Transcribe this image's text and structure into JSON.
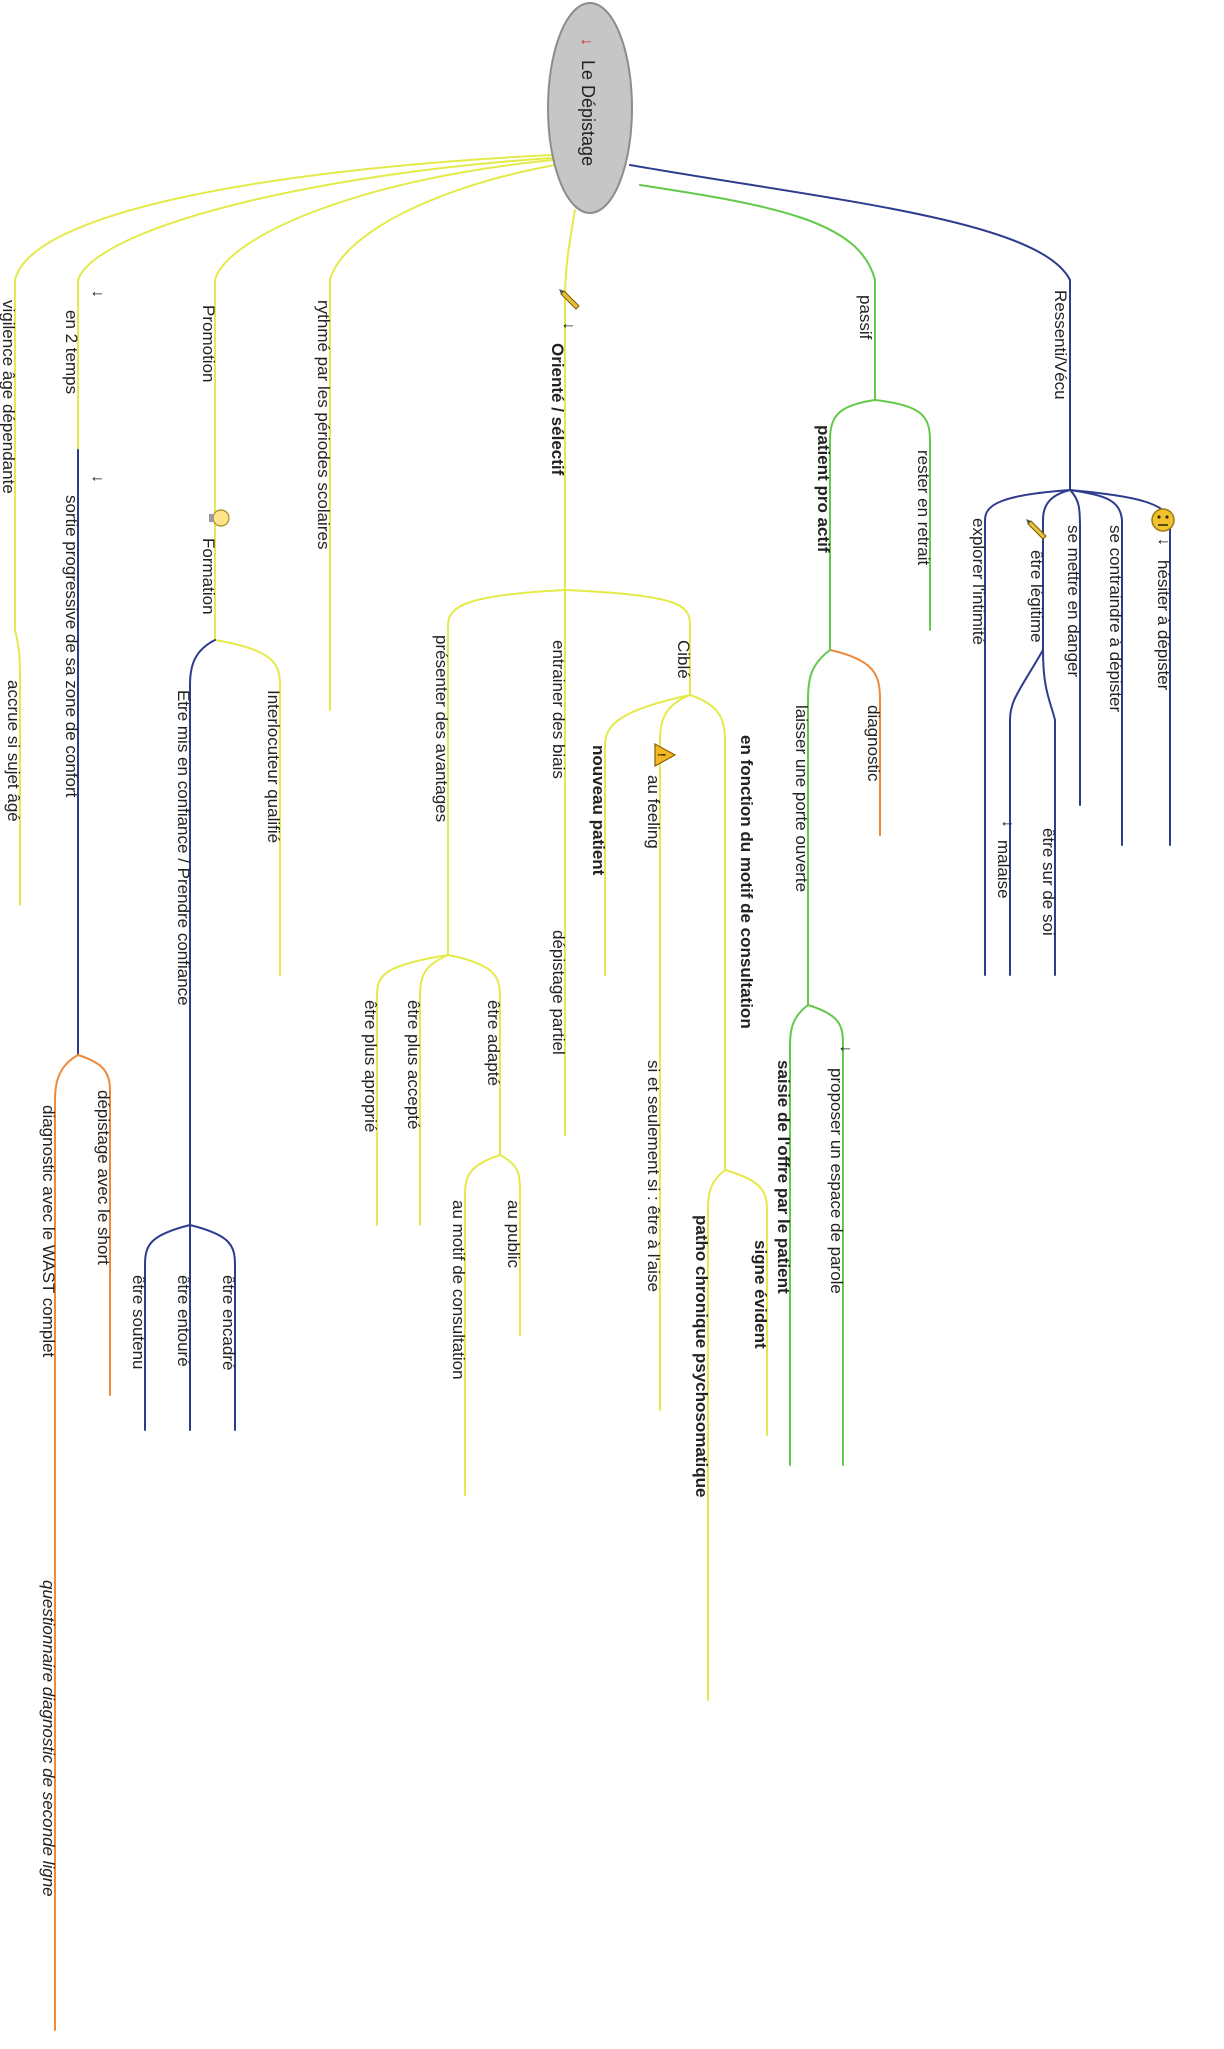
{
  "colors": {
    "yellow": "#e4ea49",
    "green": "#62c94a",
    "blue": "#2f3c8e",
    "orange": "#ee8a3c",
    "root_fill": "#c6c6c6",
    "root_stroke": "#8c8c8c"
  },
  "root": {
    "label": "Le Dépistage",
    "icon": "red-arrow-icon"
  },
  "branches": {
    "vecu": {
      "label": "Ressenti/Vécu",
      "items": {
        "hesiter": "hésiter à dépister",
        "contraindre": "se contraindre à dépister",
        "danger": "se mettre en danger",
        "legitime": "être légitime",
        "sur_de_soi": "être sur de soi",
        "intimite": "explorer l'intimité",
        "malaise": "malaise"
      }
    },
    "passif": {
      "label": "passif",
      "retrait": "rester en retrait",
      "pro_actif": "patient pro actif",
      "diagnostic": "diagnostic",
      "porte": "laisser une porte ouverte",
      "espace": "proposer un espace de parole",
      "saisie": "saisie de l'offre par le patient"
    },
    "oriente": {
      "label": "Orienté / sélectif",
      "cible": "Ciblé",
      "motif": "en fonction du motif de consultation",
      "signe": "signe évident",
      "patho": "patho chronique psychosomatique",
      "feeling": "au feeling",
      "seulement": "si et seulement si : être à l'aise",
      "nouveau": "nouveau patient",
      "biais": "entrainer des biais",
      "partiel": "dépistage partiel",
      "avantages": "présenter des avantages",
      "adapte": "être adapté",
      "public": "au public",
      "motif_consult": "au motif de consultation",
      "accepte": "être plus accepté",
      "aproprie": "être plus aproprié"
    },
    "rythme": {
      "label": "rythmé par les périodes scolaires"
    },
    "promotion": {
      "label": "Promotion",
      "formation": "Formation",
      "interlocuteur": "Interlocuteur qualifié",
      "confiance": "Etre mis en confiance / Prendre confiance",
      "encadre": "être encadré",
      "entoure": "être entouré",
      "soutenu": "être soutenu"
    },
    "deux_temps": {
      "label": "en 2 temps",
      "sortie": "sortie progressive de sa zone de confort",
      "short": "dépistage avec le short",
      "wast": "diagnostic avec le WAST complet",
      "questionnaire": "questionnaire diagnostic de seconde ligne"
    },
    "vigilence": {
      "label": "vigilence âge dépendante",
      "accrue": "accrue si sujet âgé"
    }
  }
}
